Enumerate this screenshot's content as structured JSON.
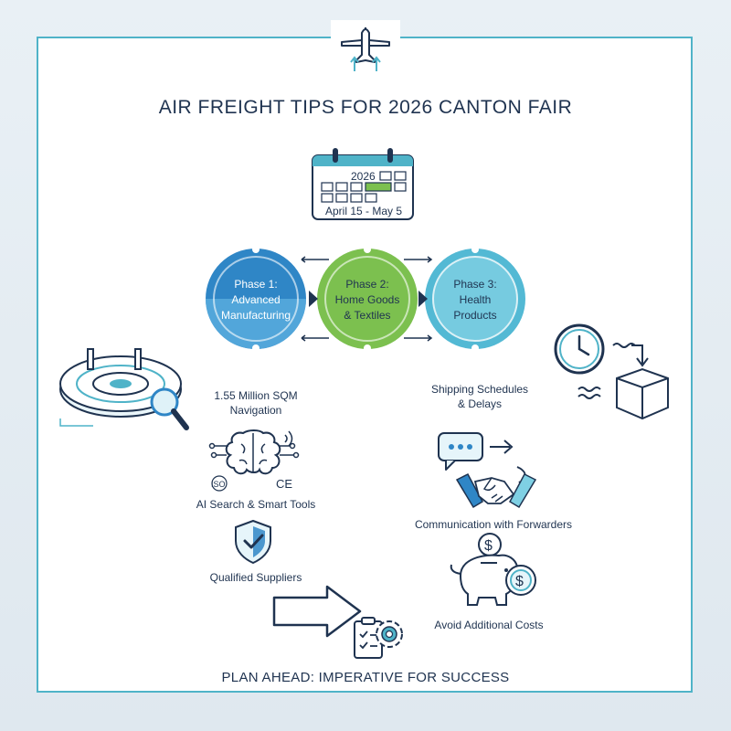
{
  "title": "AIR FREIGHT TIPS FOR 2026 CANTON FAIR",
  "calendar": {
    "year": "2026",
    "dates": "April 15 - May 5"
  },
  "phases": [
    {
      "line1": "Phase 1:",
      "line2": "Advanced",
      "line3": "Manufacturing",
      "color": "#2f86c6"
    },
    {
      "line1": "Phase 2:",
      "line2": "Home Goods",
      "line3": "& Textiles",
      "color": "#7cc04f"
    },
    {
      "line1": "Phase 3:",
      "line2": "Health",
      "line3": "Products",
      "color": "#53b9d4"
    }
  ],
  "tips": {
    "navigation": {
      "line1": "1.55 Million SQM",
      "line2": "Navigation"
    },
    "schedules": {
      "line1": "Shipping Schedules",
      "line2": "& Delays"
    },
    "ai": {
      "text": "AI Search & Smart Tools"
    },
    "communication": {
      "text": "Communication with Forwarders"
    },
    "suppliers": {
      "text": "Qualified Suppliers"
    },
    "costs": {
      "text": "Avoid Additional Costs"
    }
  },
  "certs": {
    "iso": "ISO",
    "ce": "CE"
  },
  "footer": "PLAN AHEAD: IMPERATIVE FOR SUCCESS",
  "icons": [
    "airplane-icon",
    "calendar-icon",
    "venue-map-icon",
    "magnifier-icon",
    "clock-icon",
    "package-icon",
    "brain-icon",
    "chat-icon",
    "handshake-icon",
    "shield-check-icon",
    "piggy-bank-icon",
    "coin-icon",
    "arrow-right-icon",
    "checklist-gear-icon"
  ]
}
